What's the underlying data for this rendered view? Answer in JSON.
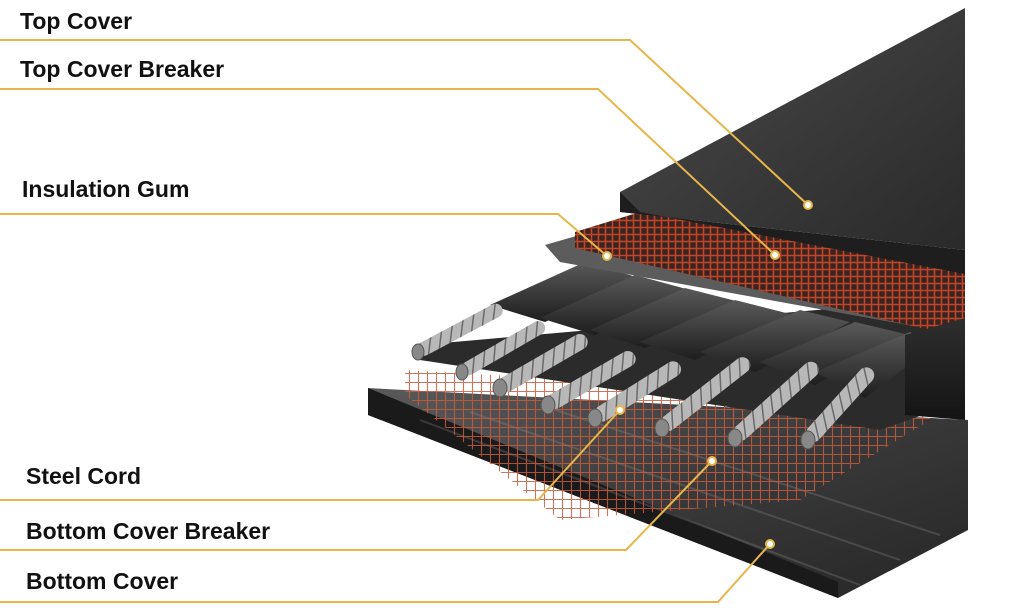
{
  "labels": {
    "top_cover": "Top Cover",
    "top_cover_breaker": "Top Cover Breaker",
    "insulation_gum": "Insulation Gum",
    "steel_cord": "Steel Cord",
    "bottom_cover_breaker": "Bottom Cover Breaker",
    "bottom_cover": "Bottom Cover"
  },
  "colors": {
    "leader_line": "#e8b54a",
    "rubber_dark": "#2b2b2b",
    "rubber_mid": "#3d3d3d",
    "fabric_mesh": "#c0462a",
    "steel": "#b8b8b8",
    "text": "#111111"
  }
}
